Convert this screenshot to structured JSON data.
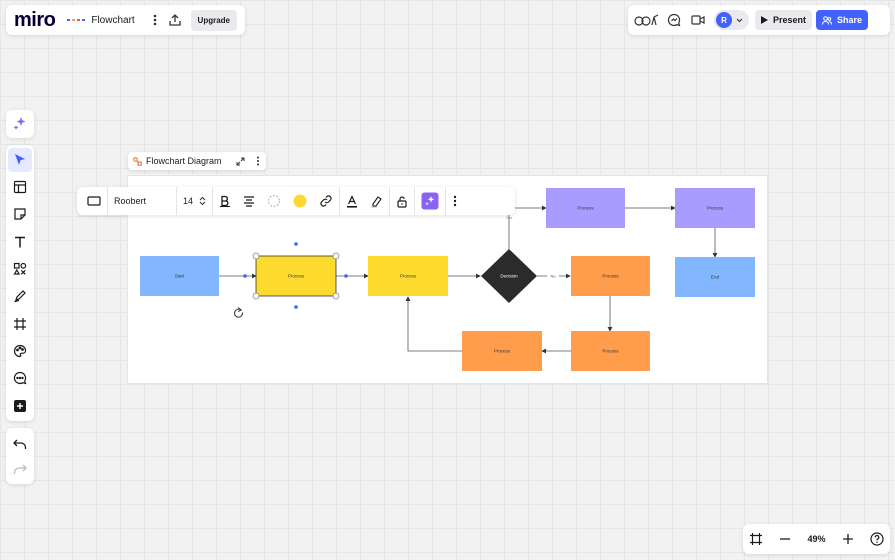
{
  "header": {
    "logo": "miro",
    "board_title": "Flowchart",
    "upgrade_label": "Upgrade"
  },
  "top_right": {
    "avatar_initial": "R",
    "present_label": "Present",
    "share_label": "Share"
  },
  "frame": {
    "label": "Flowchart Diagram"
  },
  "format_bar": {
    "font_name": "Roobert",
    "font_size": "14",
    "fill_color": "#fdd835"
  },
  "flowchart": {
    "start": "Start",
    "process_selected": "Process",
    "process_2": "Process",
    "decision": "Decision",
    "yes_label": "Yes",
    "no_label": "No",
    "process_purple_1": "Process",
    "process_purple_2": "Process",
    "end": "End",
    "process_orange_1": "Process",
    "process_orange_2": "Process",
    "process_orange_3": "Process"
  },
  "colors": {
    "blue": "#82b6ff",
    "yellow": "#fddb2e",
    "dark": "#2b2b2b",
    "purple": "#a99cff",
    "orange": "#ff9d4d",
    "accent": "#4262ff"
  },
  "zoom": {
    "value": "49%"
  }
}
